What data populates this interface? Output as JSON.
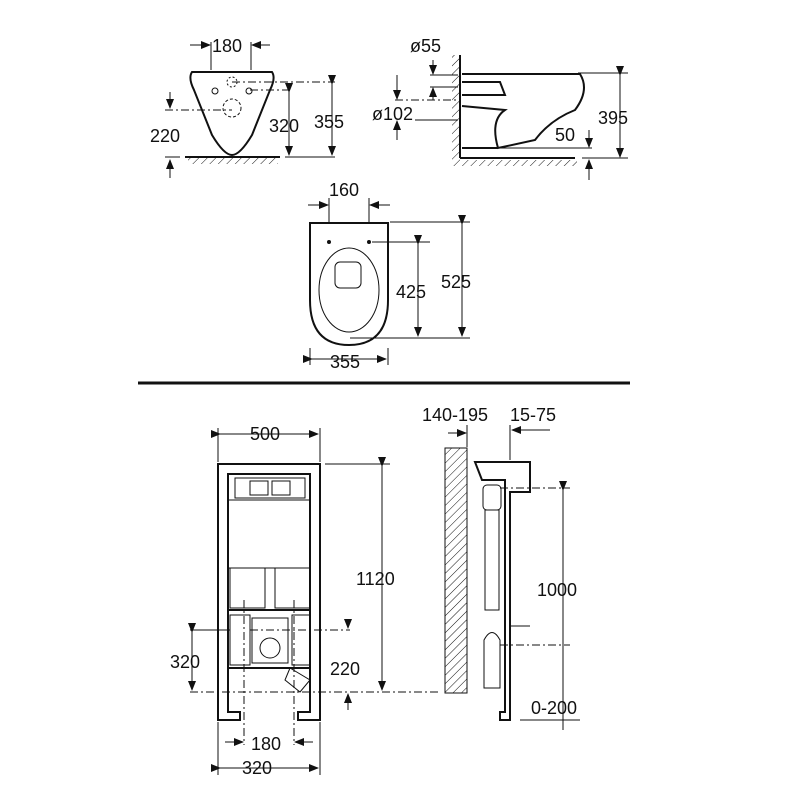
{
  "wc_front": {
    "width_holes": "180",
    "height_outlet": "220",
    "height_bolts": "320",
    "height_top": "355"
  },
  "wc_side": {
    "dia_inlet": "ø55",
    "dia_outlet": "ø102",
    "bottom_gap": "50",
    "height": "395"
  },
  "wc_top": {
    "width_holes": "160",
    "length_holes": "425",
    "length": "525",
    "width": "355"
  },
  "frame_front": {
    "width": "500",
    "height": "1120",
    "bolt_height": "320",
    "outlet_height": "220",
    "outlet_spacing": "180",
    "foot_spacing": "320"
  },
  "frame_side": {
    "wall_depth": "140-195",
    "offset": "15-75",
    "height": "1000",
    "foot_adjust": "0-200"
  }
}
